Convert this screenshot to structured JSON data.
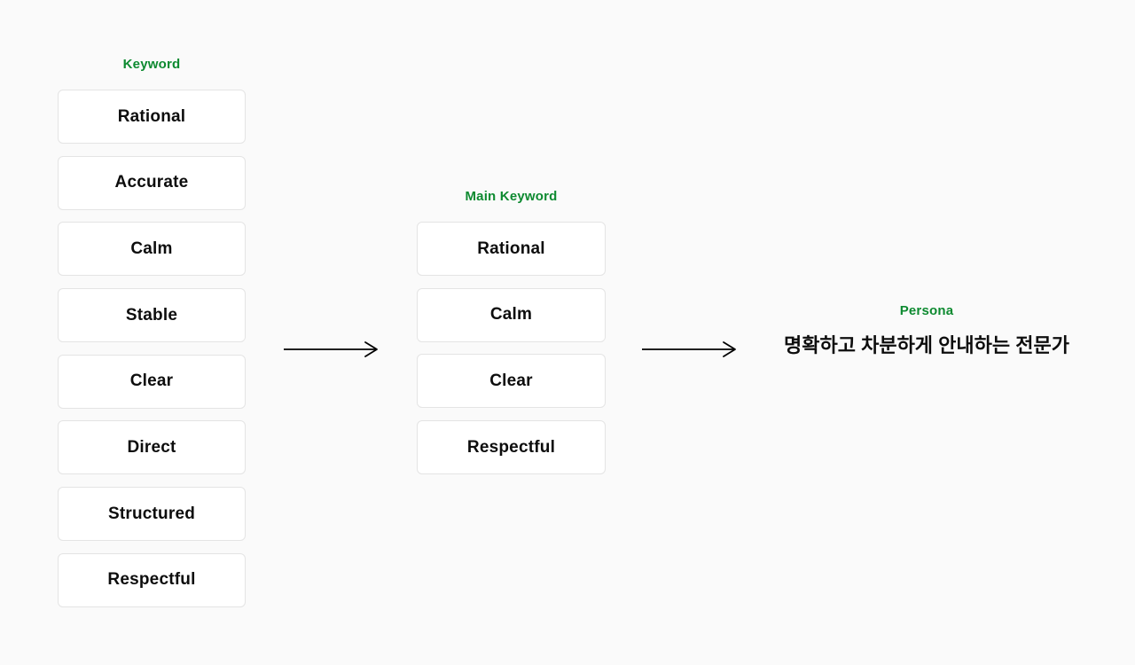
{
  "page": {
    "background_color": "#fafafa",
    "accent_green": "#0d8a30",
    "box_border_color": "#e4e4e4"
  },
  "columns": [
    {
      "label": "Keyword",
      "items": [
        "Rational",
        "Accurate",
        "Calm",
        "Stable",
        "Clear",
        "Direct",
        "Structured",
        "Respectful"
      ]
    },
    {
      "label": "Main Keyword",
      "items": [
        "Rational",
        "Calm",
        "Clear",
        "Respectful"
      ]
    },
    {
      "label": "Persona",
      "text": "명확하고 차분하게 안내하는 전문가"
    }
  ],
  "arrows": {
    "count": 2,
    "direction": "right"
  }
}
